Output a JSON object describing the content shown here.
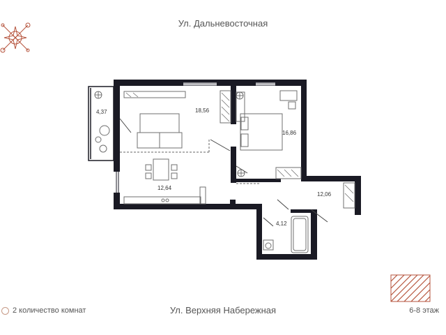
{
  "header": {
    "street_top": "Ул. Дальневосточная"
  },
  "footer": {
    "rooms_text": "2 количество комнат",
    "street_bottom": "Ул. Верхняя Набережная",
    "floors_text": "6-8 этаж"
  },
  "compass": {
    "icon": "compass-rose-icon",
    "color": "#b5533c"
  },
  "plan": {
    "areas": {
      "balcony": "4,37",
      "living": "18,56",
      "bedroom": "16,86",
      "kitchen": "12,64",
      "hall": "12,06",
      "bathroom": "4,12"
    }
  },
  "colors": {
    "walls": "#1a1a24",
    "accent": "#b5533c",
    "furniture": "#6f6f6f"
  }
}
